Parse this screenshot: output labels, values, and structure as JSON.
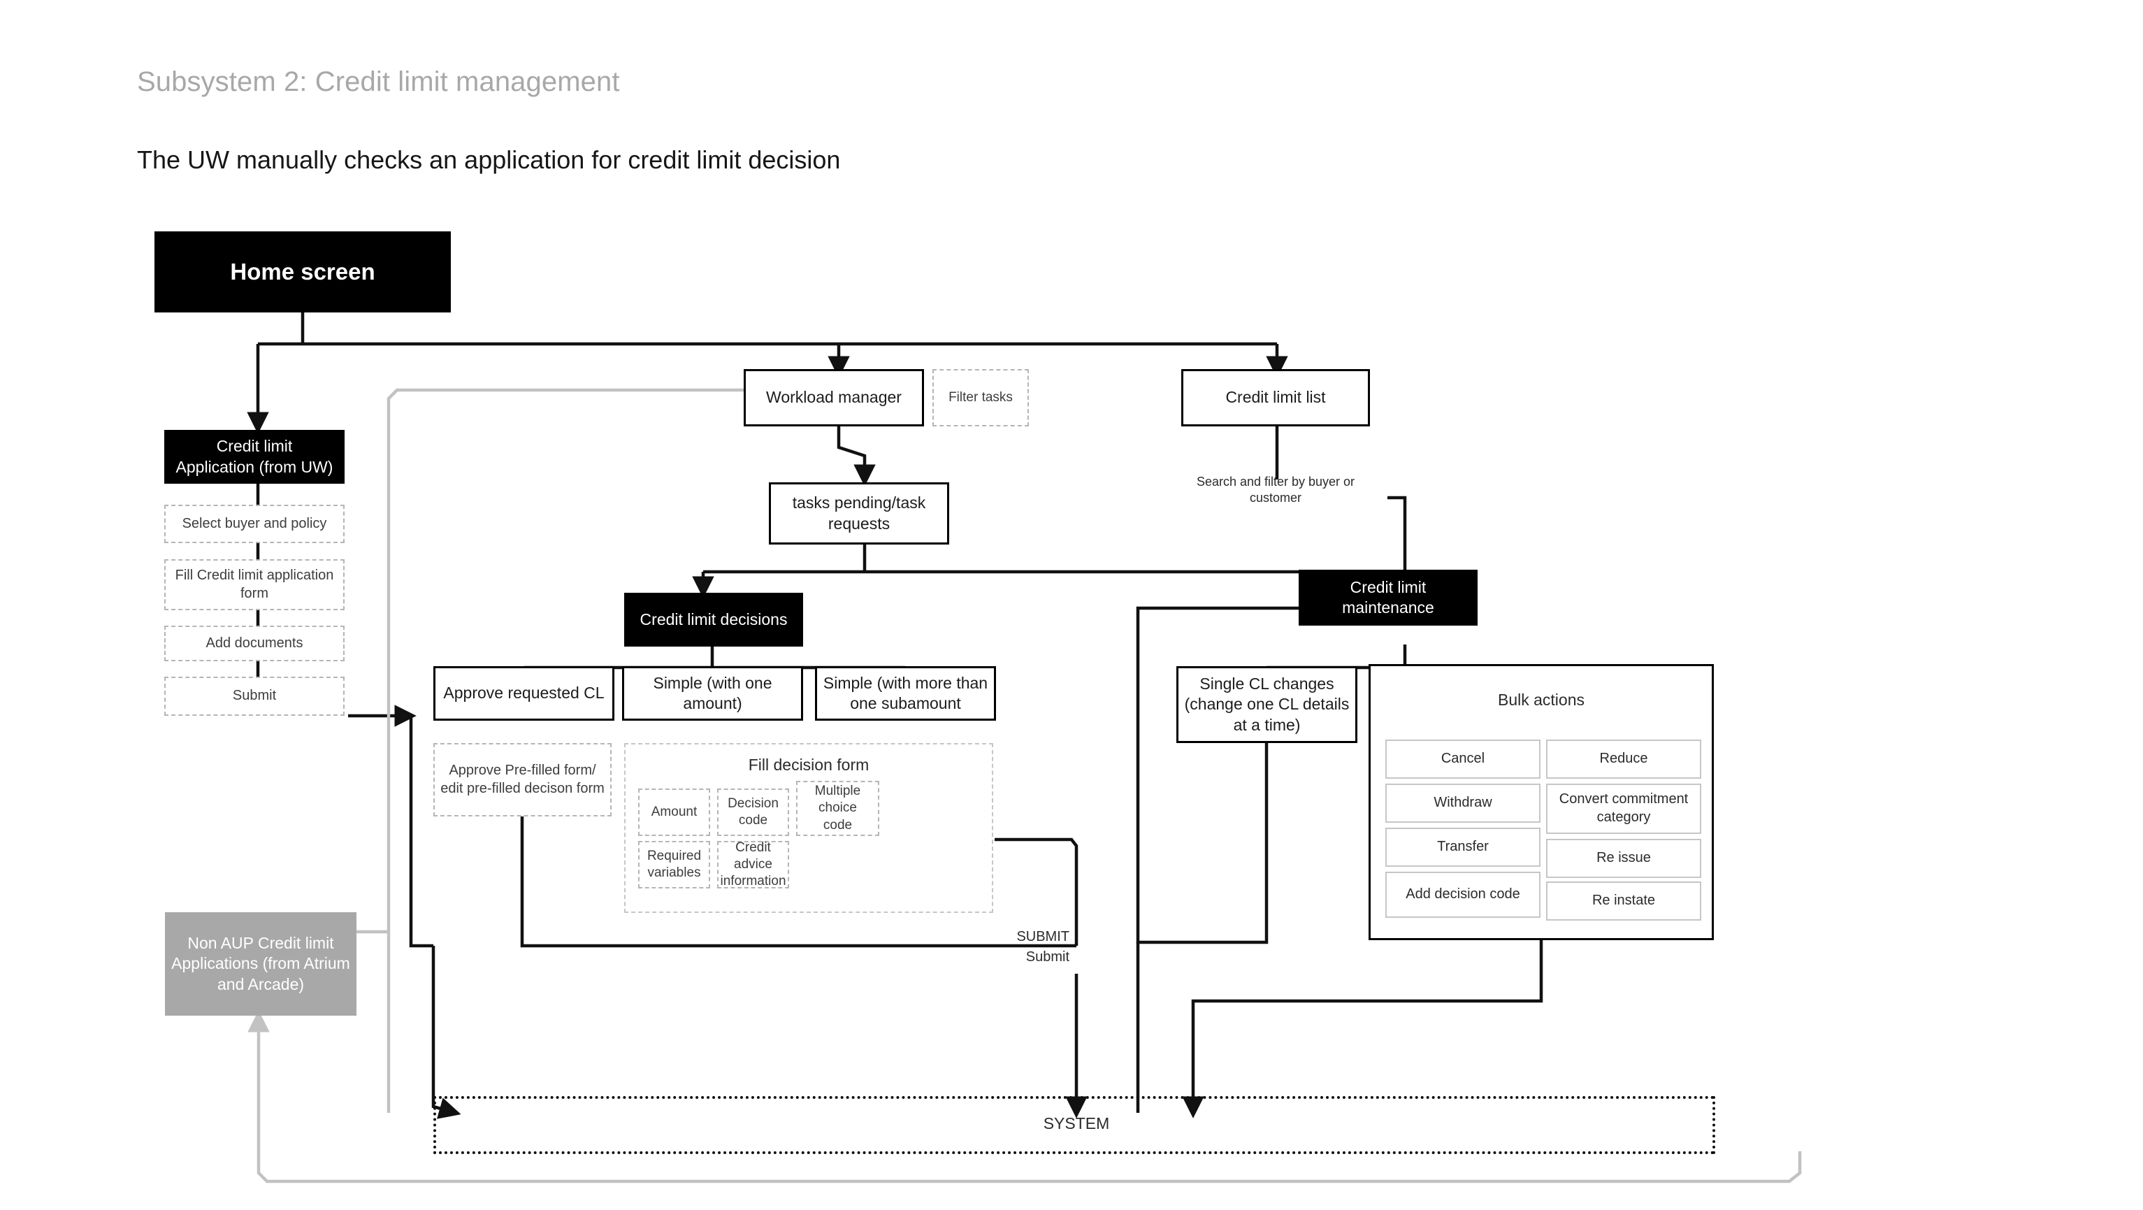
{
  "header": {
    "subsystem_title": "Subsystem 2: Credit limit management",
    "lede": "The UW manually checks an application for credit limit decision"
  },
  "nodes": {
    "home_screen": "Home screen",
    "credit_limit_application": "Credit limit\nApplication (from UW)",
    "select_buyer_policy": "Select buyer and policy",
    "fill_cl_application_form": "Fill Credit limit application form",
    "add_documents": "Add documents",
    "submit_left": "Submit",
    "non_aup": "Non AUP Credit limit Applications (from Atrium and Arcade)",
    "workload_manager": "Workload manager",
    "filter_tasks": "Filter tasks",
    "tasks_pending": "tasks pending/task requests",
    "credit_limit_list": "Credit limit list",
    "credit_limit_decisions": "Credit limit decisions",
    "credit_limit_maintenance": "Credit limit\nmaintenance",
    "approve_requested_cl": "Approve requested CL",
    "simple_one_amount": "Simple (with one amount)",
    "simple_more_subamount": "Simple (with more than one subamount",
    "approve_prefilled": "Approve Pre-filled form/ edit pre-filled decison form",
    "fill_decision_form": "Fill decision form",
    "single_cl_changes": "Single CL changes (change one CL details at a time)",
    "bulk_actions": "Bulk actions",
    "system": "SYSTEM"
  },
  "decision_form_fields": [
    "Amount",
    "Decision code",
    "Multiple choice code",
    "Required variables",
    "Credit advice information"
  ],
  "bulk_action_buttons_left": [
    "Cancel",
    "Withdraw",
    "Transfer",
    "Add decision code"
  ],
  "bulk_action_buttons_right": [
    "Reduce",
    "Convert commitment category",
    "Re issue",
    "Re instate"
  ],
  "edge_labels": {
    "search_filter": "Search and filter by buyer or customer",
    "submit_upper": "SUBMIT",
    "submit_lower": "Submit"
  },
  "colors": {
    "ink": "#161616",
    "title_gray": "#a8a8a8",
    "node_black": "#000000",
    "node_gray": "#a8a8a8",
    "wire_black": "#111111",
    "wire_gray": "#c2c2c2",
    "dashed_border": "#b5b5b5"
  }
}
